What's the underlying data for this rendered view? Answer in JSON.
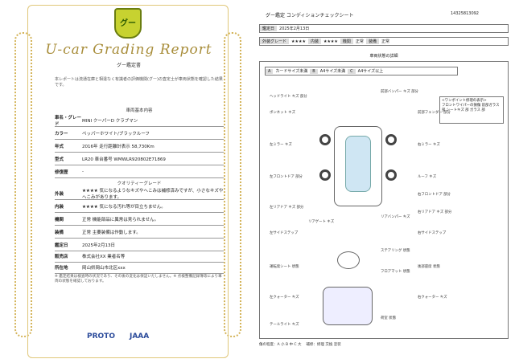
{
  "left": {
    "logo_text": "グー",
    "title": "U-car Grading Report",
    "subtitle": "グー鑑定書",
    "intro": "本レポートは流通在庫と相違なく有識者の評価機関(グー)の査定士が車両状態を確認した結果です。",
    "section_vehicle": "車両基本内容",
    "vehicle_rows": [
      {
        "k": "車名・グレード",
        "v": "MINI クーパーD クラブマン"
      },
      {
        "k": "カラー",
        "v": "ペッパーホワイト/ブラックルーフ"
      },
      {
        "k": "年式",
        "v": "2016年 走行距離計表示 58,730Km"
      },
      {
        "k": "型式",
        "v": "LR20 車台番号 WMWLR920802E71869"
      },
      {
        "k": "修復歴",
        "v": "-"
      }
    ],
    "section_grade": "クオリティーグレード",
    "grade_rows": [
      {
        "k": "外装",
        "v": "★★★★ 気になるようなキズやへこみは補修済みですが、小さなキズやへこみがあります。"
      },
      {
        "k": "内装",
        "v": "★★★★ 気になる汚れ等が目立ちません。"
      },
      {
        "k": "機関",
        "v": "正常 機能部品に異常は見られません。"
      },
      {
        "k": "装備",
        "v": "正常 主要装備は作動します。"
      }
    ],
    "issue_rows": [
      {
        "k": "鑑定日",
        "v": "2025年2月13日"
      },
      {
        "k": "販売店",
        "v": "株式会社XX 業者名等"
      },
      {
        "k": "所在地",
        "v": "岡山県岡山市北区xxx"
      }
    ],
    "notes": "※ 鑑定結果は検査時の状況であり、その後の変化は保証いたしません。※ 点検整備記録簿等により車両の状態を確認しております。",
    "footer": {
      "proto": "PROTO",
      "jaaa": "JAAA"
    }
  },
  "right": {
    "header": "グー鑑定 コンディションチェックシート",
    "number": "14325813092",
    "date_label": "鑑定日",
    "date": "2025年2月13日",
    "grade_label": "外装グレード",
    "grade_vals": [
      "★★★★",
      "内装",
      "★★★★",
      "機関",
      "正常",
      "装備",
      "正常"
    ],
    "status_title": "車両状態の詳細",
    "legend_row": [
      "A",
      "カードサイズ未満",
      "B",
      "A4サイズ未満",
      "C",
      "A4サイズ以上"
    ],
    "info_title": "<ワンポイント修理の表示>",
    "info_text": "フロントワイパーの損傷 前部ガラス部\nシートキズ 部 ガラス 部",
    "labels": [
      "ヘッドライト キズ 部分",
      "前部バンパー キズ 部分",
      "前部フェンダー 部分",
      "ボンネット キズ",
      "左ミラー キズ",
      "右ミラー キズ",
      "ルーフ キズ",
      "左フロントドア 部分",
      "右フロントドア 部分",
      "リアバンパー キズ",
      "左リアドア キズ 部分",
      "右リアドア キズ 部分",
      "左サイドステップ",
      "右サイドステップ",
      "リアゲート キズ",
      "左クォーター キズ",
      "右クォーター キズ",
      "テールライト キズ",
      "ステアリング 状態",
      "フロアマット 状態",
      "運転席シート 状態",
      "後部座席 状態",
      "荷室 状態"
    ],
    "legend": "傷の程度：A 小 B 中 C 大 　補修：修理 交換 塗装"
  }
}
